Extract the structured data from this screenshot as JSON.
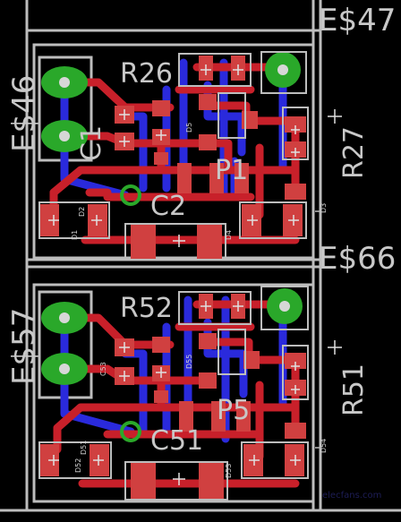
{
  "colors": {
    "background": "#000000",
    "silkscreen": "#c8c8c8",
    "top_copper": "#c8202a",
    "bottom_copper": "#2a2adc",
    "via_pad": "#2aa82a",
    "smd_pad": "#d04040"
  },
  "board": {
    "top_module": {
      "header_label": "E$46",
      "pot_label": "R26",
      "cap_label": "C1",
      "trim_label": "P1",
      "cap2_label": "C2",
      "right_label": "R27",
      "diode_labels": [
        "D5",
        "D2",
        "D1",
        "D3",
        "D4"
      ]
    },
    "bottom_module": {
      "header_label": "E$57",
      "pot_label": "R52",
      "cap_label": "C53",
      "trim_label": "P5",
      "cap2_label": "C51",
      "right_label": "R51",
      "diode_labels": [
        "D55",
        "D52",
        "D51",
        "D54",
        "D53"
      ]
    },
    "net_labels": {
      "top_right": "E$47",
      "middle_right": "E$66"
    },
    "watermark": "elecfans.com"
  }
}
